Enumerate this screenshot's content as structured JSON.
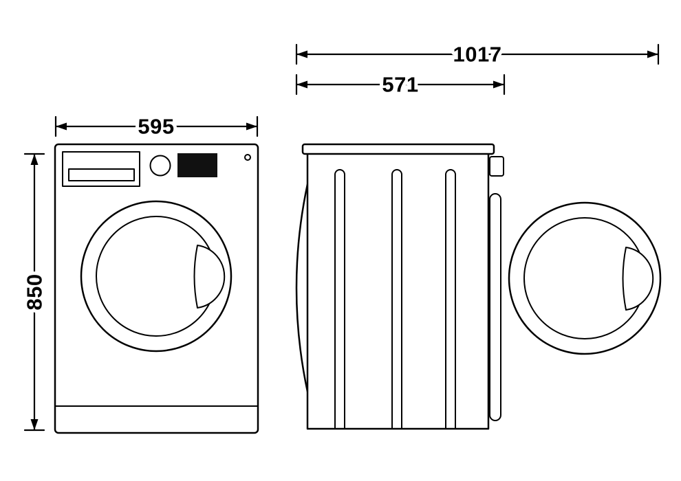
{
  "dimensions": {
    "width": {
      "label": "595"
    },
    "height": {
      "label": "850"
    },
    "depth": {
      "label": "571"
    },
    "depth_door_open": {
      "label": "1017"
    }
  },
  "colors": {
    "ink": "#000000",
    "background": "#ffffff",
    "display_fill": "#111111"
  }
}
